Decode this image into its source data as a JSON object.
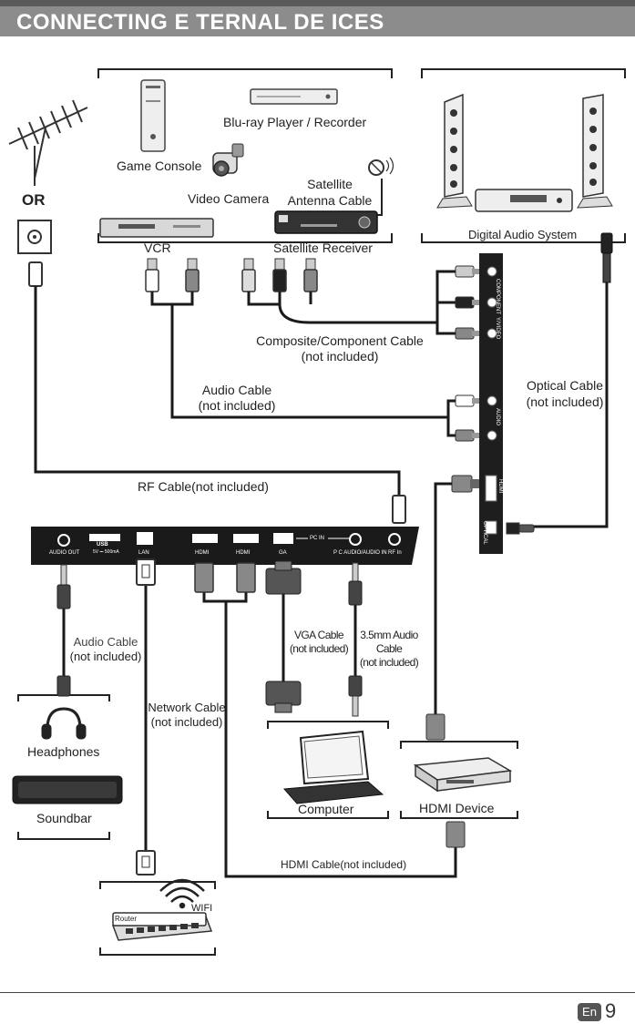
{
  "header": {
    "title": "CONNECTING E  TERNAL DE  ICES"
  },
  "devices": {
    "game_console": "Game Console",
    "bluray": "Blu-ray Player / Recorder",
    "video_camera": "Video Camera",
    "satellite_antenna_l1": "Satellite",
    "satellite_antenna_l2": "Antenna Cable",
    "vcr": "VCR",
    "satellite_receiver": "Satellite Receiver",
    "digital_audio": "Digital Audio System",
    "or": "OR",
    "headphones": "Headphones",
    "soundbar": "Soundbar",
    "computer": "Computer",
    "hdmi_device": "HDMI Device",
    "wifi": "WIFI",
    "router": "Router"
  },
  "cables": {
    "composite_l1": "Composite/Component Cable",
    "composite_l2": "(not included)",
    "audio_l1": "Audio Cable",
    "audio_l2": "(not included)",
    "optical_l1": "Optical Cable",
    "optical_l2": "(not included)",
    "rf": "RF Cable(not included)",
    "audio2_l1": "Audio Cable",
    "audio2_l2": "(not included)",
    "vga_l1": "VGA Cable",
    "vga_l2": "(not included)",
    "audio35_l1": "3.5mm Audio",
    "audio35_l2": "Cable",
    "audio35_l3": "(not included)",
    "network_l1": "Network Cable",
    "network_l2": "(not included)",
    "hdmi": "HDMI Cable(not included)"
  },
  "panel_ports": {
    "audio_out": "AUDIO OUT",
    "usb": "USB",
    "usb_sub": "5V ⎓ 500mA",
    "lan": "LAN",
    "hdmi1": "HDMI",
    "hdmi2": "HDMI",
    "vga": "GA",
    "pc_in": "PC IN",
    "pc_audio": "P C AUDIO/AUDIO IN",
    "rf_in": "RF In"
  },
  "side_ports": {
    "component": "COMPONENT",
    "video": "Y/VIDEO",
    "audio": "AUDIO",
    "hdmi": "HDMI",
    "optical": "OPTICAL"
  },
  "footer": {
    "lang": "En",
    "page": "9"
  }
}
